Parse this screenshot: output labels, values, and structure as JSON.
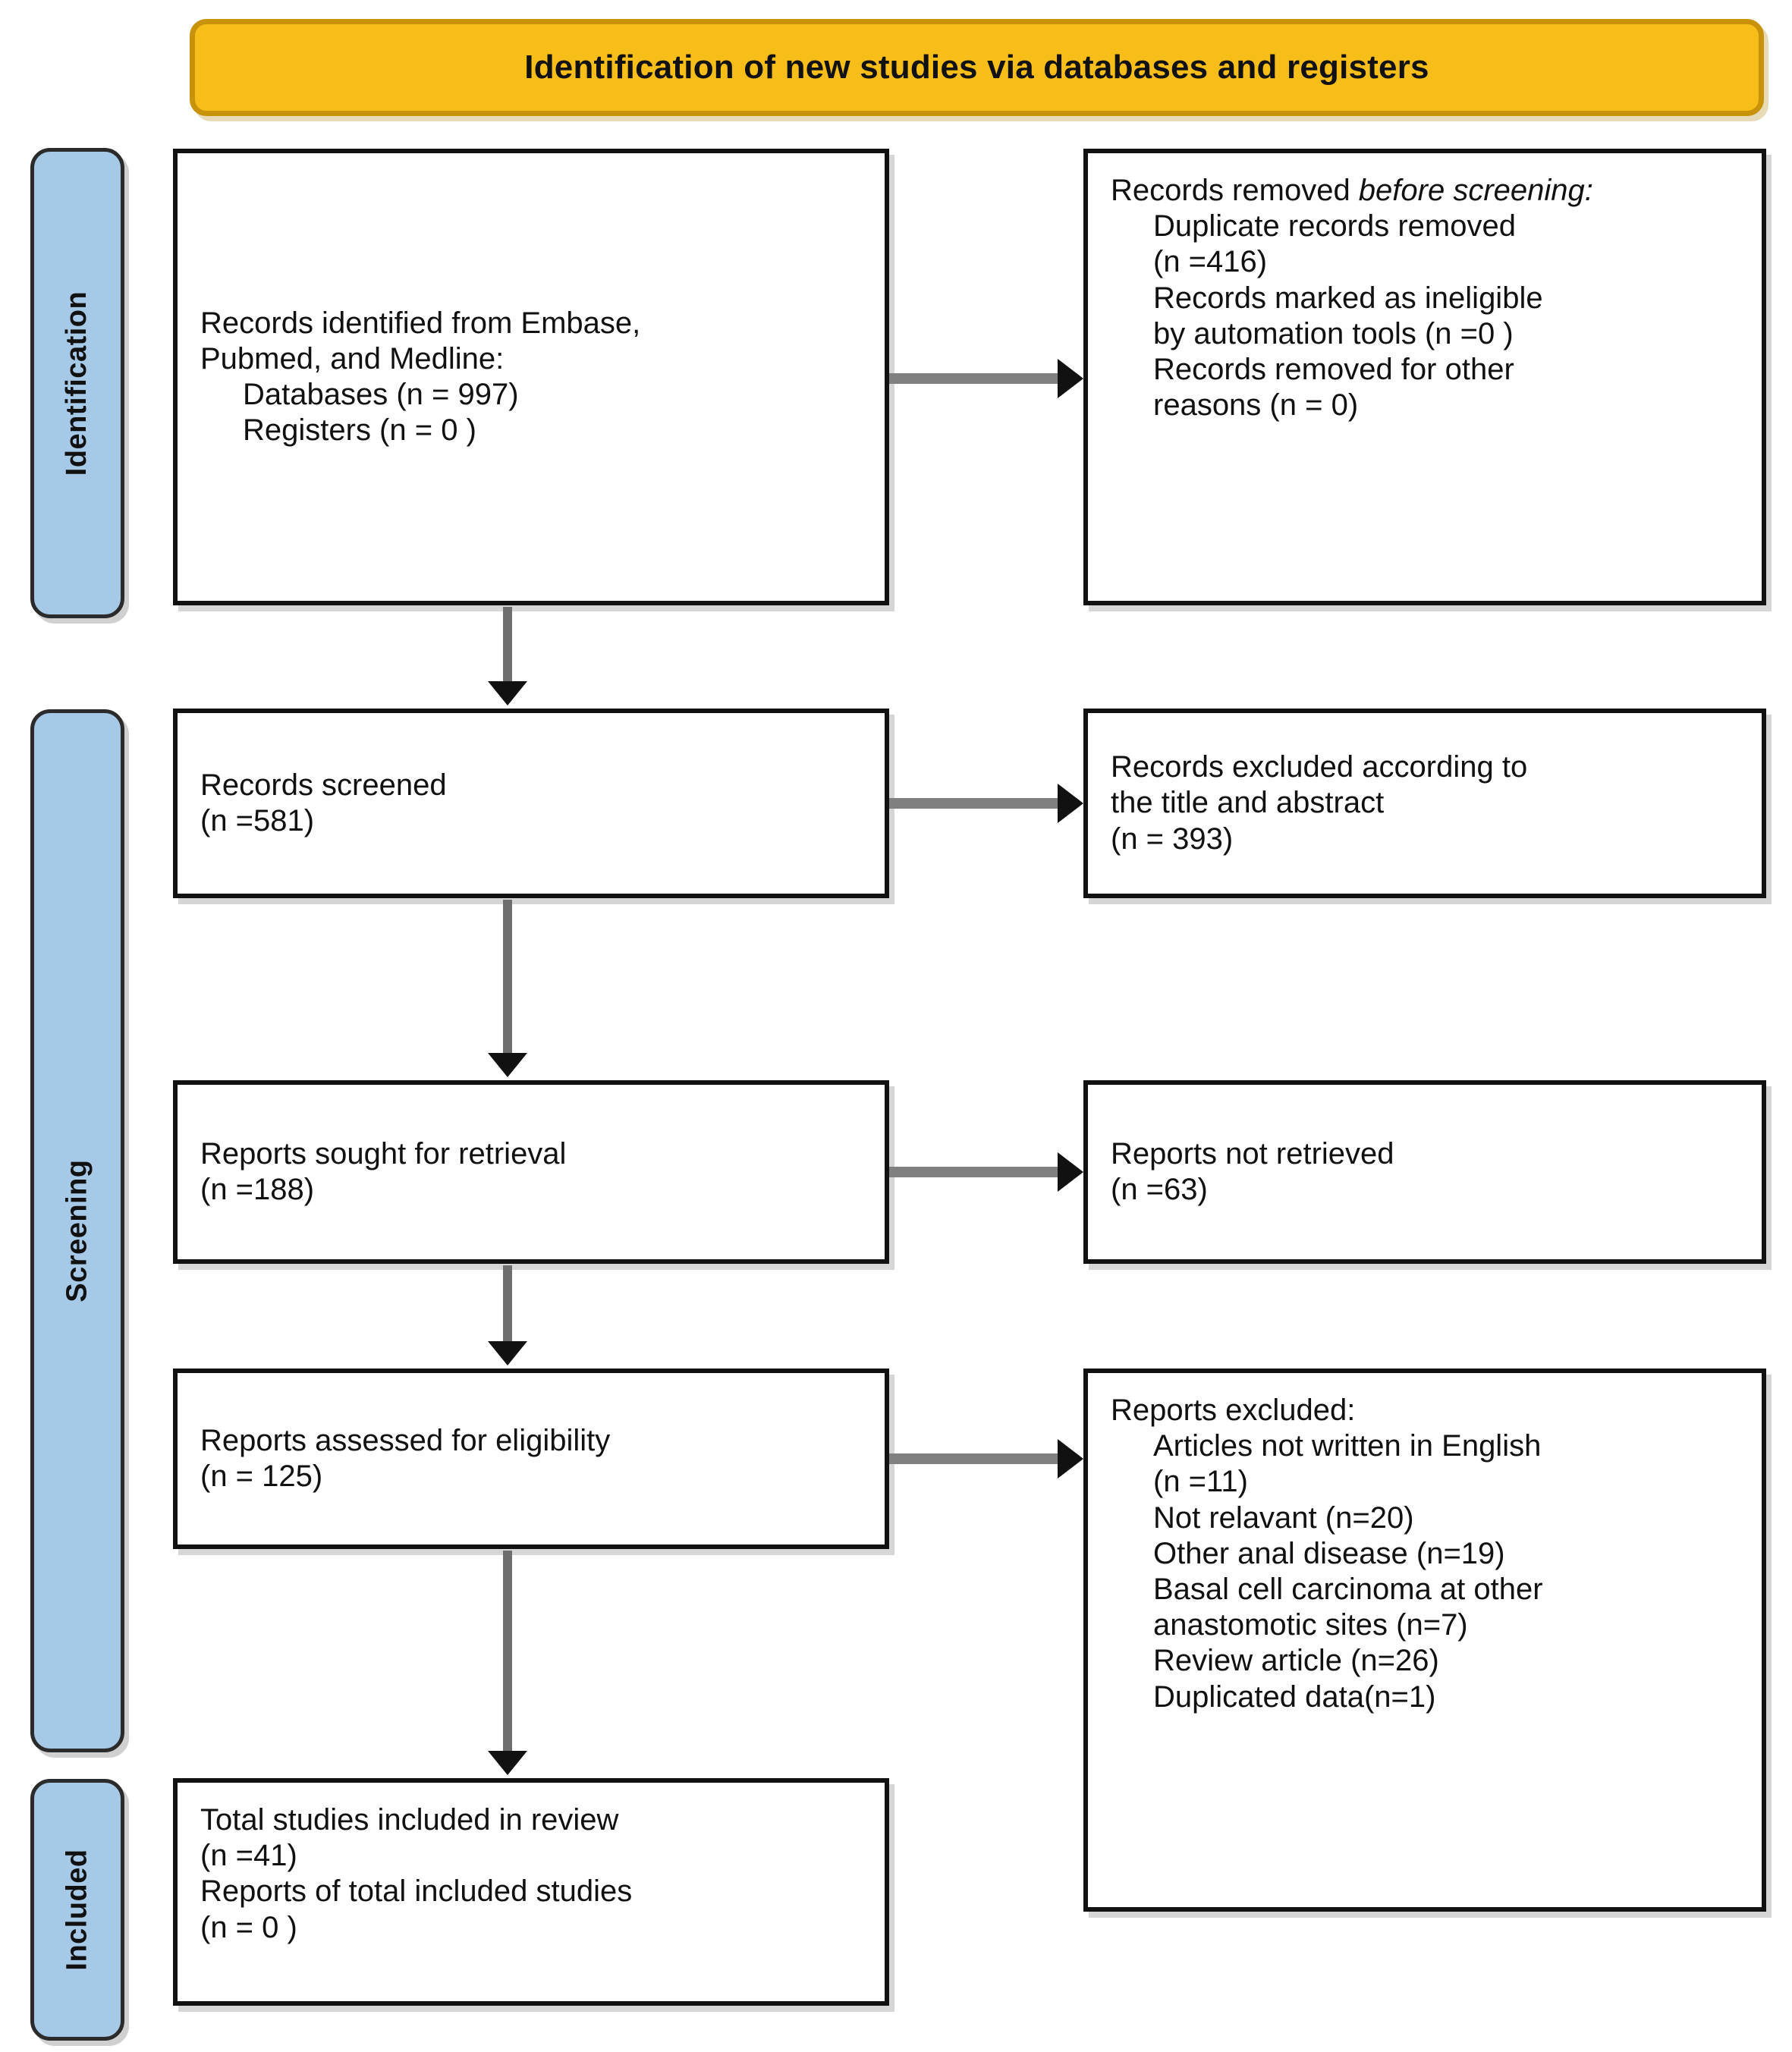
{
  "banner": {
    "title": "Identification of new studies via databases and registers",
    "fill_color": "#F7BE1A",
    "border_color": "#C8920A"
  },
  "phases": [
    {
      "id": "identification",
      "label": "Identification"
    },
    {
      "id": "screening",
      "label": "Screening"
    },
    {
      "id": "included",
      "label": "Included"
    }
  ],
  "phase_tab_color": "#A7C9E8",
  "boxes": {
    "identified": {
      "line1": "Records identified from Embase,",
      "line2": "Pubmed, and Medline:",
      "line3": "Databases (n = 997)",
      "line4": "Registers (n = 0 )"
    },
    "removed": {
      "heading_plain": "Records removed ",
      "heading_italic": "before screening:",
      "line1": "Duplicate records removed",
      "line2": "(n =416)",
      "line3": "Records marked as ineligible",
      "line4": "by automation tools (n =0 )",
      "line5": "Records removed for other",
      "line6": "reasons (n = 0)"
    },
    "screened": {
      "line1": "Records screened",
      "line2": "(n =581)"
    },
    "excluded_title_abstract": {
      "line1": "Records excluded according to",
      "line2": "the title and abstract",
      "line3": "(n = 393)"
    },
    "sought": {
      "line1": "Reports sought for retrieval",
      "line2": "(n =188)"
    },
    "not_retrieved": {
      "line1": "Reports not retrieved",
      "line2": "(n =63)"
    },
    "assessed": {
      "line1": "Reports assessed for eligibility",
      "line2": "(n = 125)"
    },
    "excluded_reports": {
      "heading": "Reports excluded:",
      "line1": "Articles not written in English",
      "line2": "(n =11)",
      "line3": "Not relavant (n=20)",
      "line4": "Other anal disease (n=19)",
      "line5": "Basal cell carcinoma at other",
      "line6": "anastomotic sites (n=7)",
      "line7": "Review article (n=26)",
      "line8": "Duplicated data(n=1)"
    },
    "included": {
      "line1": "Total studies included in review",
      "line2": "(n =41)",
      "line3": "Reports of total included studies",
      "line4": "(n = 0 )"
    }
  },
  "chart_data": {
    "type": "diagram",
    "title": "Identification of new studies via databases and registers",
    "nodes": [
      {
        "id": "identified",
        "phase": "Identification",
        "column": "left",
        "label": "Records identified from Embase, Pubmed, and Medline: Databases (n = 997) Registers (n = 0 )",
        "counts": {
          "databases": 997,
          "registers": 0
        }
      },
      {
        "id": "removed",
        "phase": "Identification",
        "column": "right",
        "label": "Records removed before screening",
        "counts": {
          "duplicate_records_removed": 416,
          "marked_ineligible_by_automation_tools": 0,
          "removed_for_other_reasons": 0
        }
      },
      {
        "id": "screened",
        "phase": "Screening",
        "column": "left",
        "label": "Records screened",
        "counts": {
          "n": 581
        }
      },
      {
        "id": "excluded_title_abstract",
        "phase": "Screening",
        "column": "right",
        "label": "Records excluded according to the title and abstract",
        "counts": {
          "n": 393
        }
      },
      {
        "id": "sought",
        "phase": "Screening",
        "column": "left",
        "label": "Reports sought for retrieval",
        "counts": {
          "n": 188
        }
      },
      {
        "id": "not_retrieved",
        "phase": "Screening",
        "column": "right",
        "label": "Reports not retrieved",
        "counts": {
          "n": 63
        }
      },
      {
        "id": "assessed",
        "phase": "Screening",
        "column": "left",
        "label": "Reports assessed for eligibility",
        "counts": {
          "n": 125
        }
      },
      {
        "id": "excluded_reports",
        "phase": "Screening",
        "column": "right",
        "label": "Reports excluded",
        "counts": {
          "articles_not_written_in_english": 11,
          "not_relavant": 20,
          "other_anal_disease": 19,
          "basal_cell_carcinoma_at_other_anastomotic_sites": 7,
          "review_article": 26,
          "duplicated_data": 1
        }
      },
      {
        "id": "included",
        "phase": "Included",
        "column": "left",
        "label": "Total studies included in review; Reports of total included studies",
        "counts": {
          "total_studies_included": 41,
          "reports_of_total_included_studies": 0
        }
      }
    ],
    "edges": [
      {
        "from": "identified",
        "to": "removed",
        "direction": "right"
      },
      {
        "from": "identified",
        "to": "screened",
        "direction": "down"
      },
      {
        "from": "screened",
        "to": "excluded_title_abstract",
        "direction": "right"
      },
      {
        "from": "screened",
        "to": "sought",
        "direction": "down"
      },
      {
        "from": "sought",
        "to": "not_retrieved",
        "direction": "right"
      },
      {
        "from": "sought",
        "to": "assessed",
        "direction": "down"
      },
      {
        "from": "assessed",
        "to": "excluded_reports",
        "direction": "right"
      },
      {
        "from": "assessed",
        "to": "included",
        "direction": "down"
      }
    ]
  }
}
